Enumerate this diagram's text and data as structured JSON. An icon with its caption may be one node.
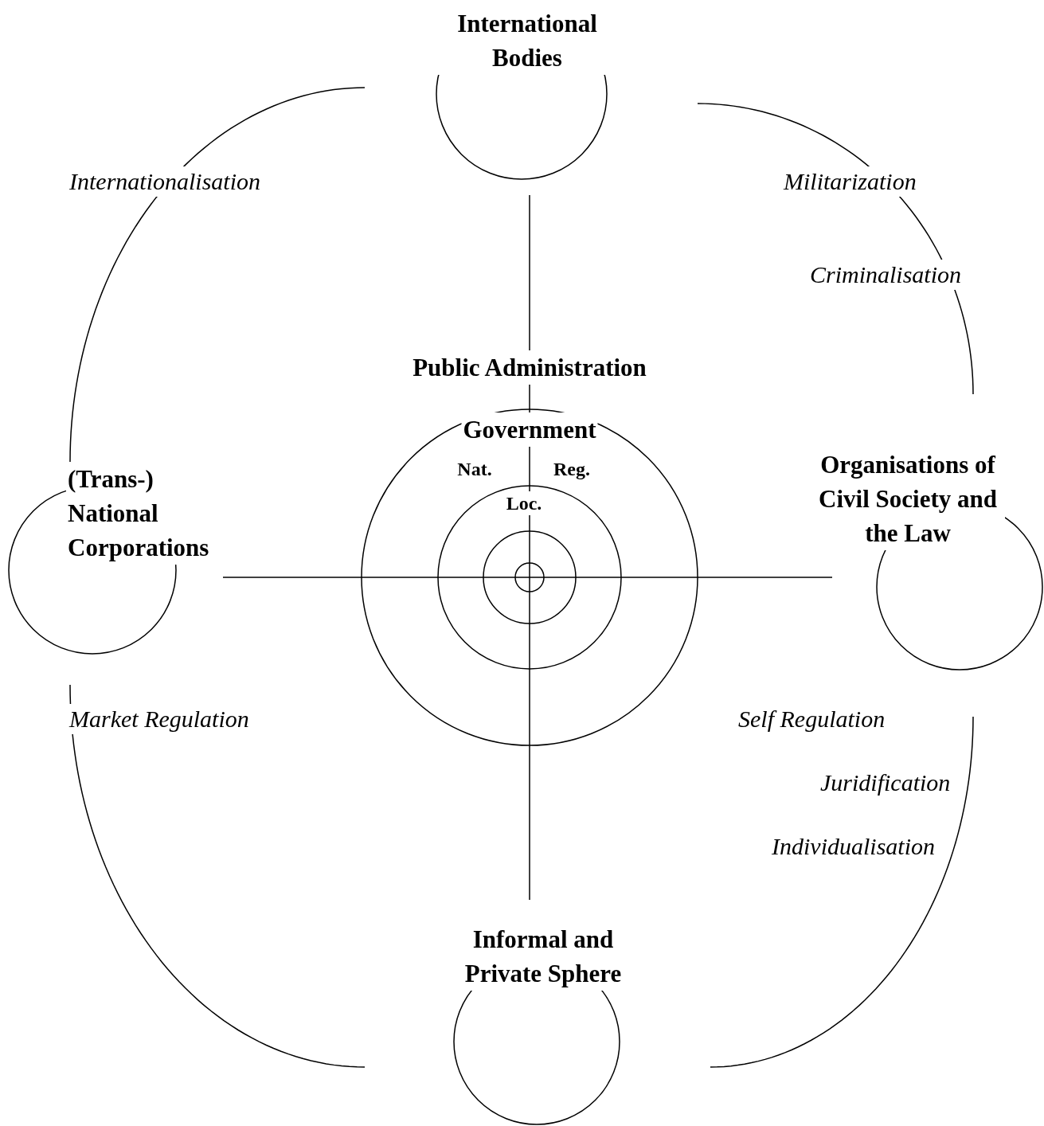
{
  "diagram": {
    "nodes": [
      {
        "text": [
          "International Bodies"
        ]
      },
      {
        "text": [
          "(Trans-) National Corporations"
        ]
      },
      {
        "text": [
          "Organisations of Civil Society and the Law"
        ]
      },
      {
        "text": [
          "Informal and Private Sphere"
        ]
      },
      {
        "text": [
          "Public Administration",
          "Government",
          "Nat.",
          "Reg."
        ]
      },
      {
        "text": [
          "Loc."
        ],
        "in": 4
      },
      {
        "text": [],
        "shape": "circle",
        "in": 5
      },
      {
        "text": [],
        "shape": "circle",
        "in": 6
      }
    ],
    "labels": [
      "Internationalisation",
      "Militarization",
      "Criminalisation",
      "Market Regulation",
      "Self Regulation",
      "Juridification",
      "Individualisation"
    ]
  }
}
